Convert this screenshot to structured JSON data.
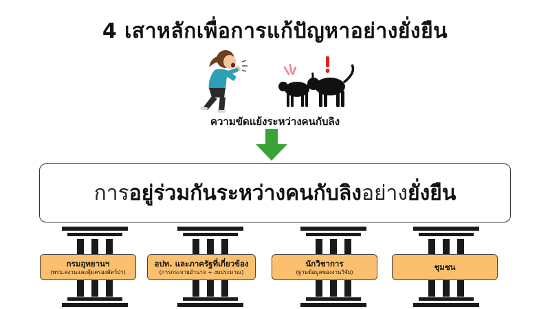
{
  "title": "4 เสาหลักเพื่อการแก้ปัญหาอย่างยั่งยืน",
  "conflict_label": "ความขัดแย้งระหว่างคนกับลิง",
  "main_goal": {
    "part1": "การ",
    "part2": "อยู่ร่วมกันระหว่างคนกับลิง",
    "part3": "อย่าง",
    "part4": "ยั่งยืน"
  },
  "pillars": [
    {
      "title": "กรมอุทยานฯ",
      "subtitle": "(พรบ.สงวนและคุ้มครองสัตว์ป่า)"
    },
    {
      "title": "อปท. และภาครัฐที่เกี่ยวข้อง",
      "subtitle": "(การกระจายอำนาจ + งบประมาณ)"
    },
    {
      "title": "นักวิชาการ",
      "subtitle": "(ฐานข้อมูลของงานวิจัย)"
    },
    {
      "title": "ชุมชน",
      "subtitle": ""
    }
  ],
  "colors": {
    "pill_fill": "#fbc06e",
    "arrow": "#3aa335",
    "pillar": "#1a1a1a",
    "exclaim": "#e02020",
    "alert_marks": "#f08090"
  },
  "icons": [
    "woman-screaming-icon",
    "monkeys-icon",
    "exclamation-icon",
    "down-arrow-icon",
    "pillar-icon"
  ]
}
